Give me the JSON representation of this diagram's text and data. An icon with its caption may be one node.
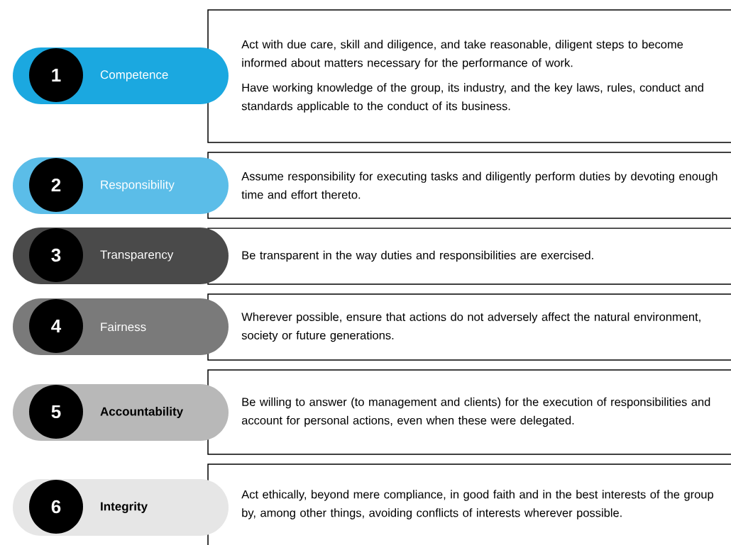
{
  "diagram": {
    "nodes": [
      {
        "text": [
          "Competence"
        ]
      },
      {
        "text": [
          "1"
        ],
        "in": 0
      },
      {
        "text": [
          "Act with due care, skill and diligence, and take reasonable, diligent steps to become informed about matters necessary for the performance of work.",
          "Have working knowledge of the group, its industry, and the key laws, rules, conduct and standards applicable to the conduct of its business."
        ]
      },
      {
        "text": [
          "Responsibility"
        ]
      },
      {
        "text": [
          "2"
        ],
        "in": 3
      },
      {
        "text": [
          "Assume responsibility for executing tasks and diligently perform duties by devoting enough time and effort thereto."
        ]
      },
      {
        "text": [
          "Transparency"
        ]
      },
      {
        "text": [
          "3"
        ],
        "in": 6
      },
      {
        "text": [
          "Be transparent in the way duties and responsibilities are exercised."
        ]
      },
      {
        "text": [
          "Fairness"
        ]
      },
      {
        "text": [
          "4"
        ],
        "in": 9
      },
      {
        "text": [
          "Wherever possible, ensure that actions do not adversely affect the natural environment, society or future generations."
        ]
      },
      {
        "text": [
          "Accountability"
        ]
      },
      {
        "text": [
          "5"
        ],
        "in": 12
      },
      {
        "text": [
          "Be willing to answer (to management and clients) for the execution of responsibilities and account for personal actions, even when these were delegated."
        ]
      },
      {
        "text": [
          "Integrity"
        ]
      },
      {
        "text": [
          "6"
        ],
        "in": 15
      },
      {
        "text": [
          "Act ethically, beyond mere compliance, in good faith and in the best interests of the group by, among other things, avoiding conflicts of interests wherever possible."
        ]
      }
    ]
  }
}
